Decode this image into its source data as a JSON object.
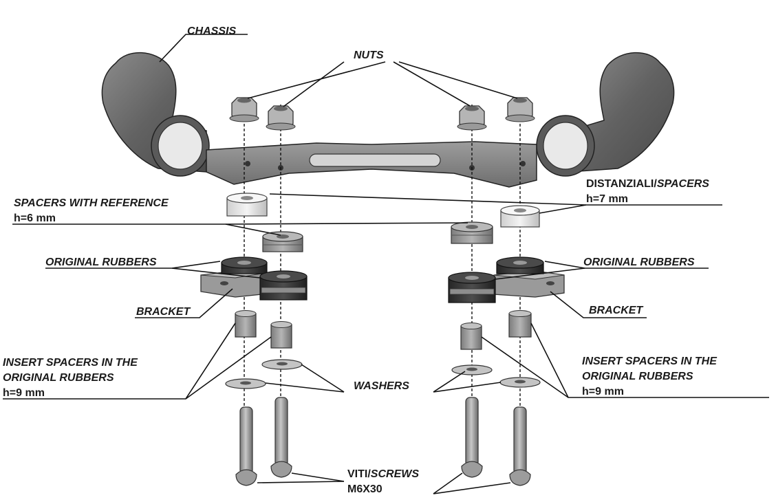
{
  "labels": {
    "chassis": "CHASSIS",
    "nuts": "NUTS",
    "spacers_ref_title": "SPACERS WITH REFERENCE",
    "spacers_ref_h": "h=6 mm",
    "distanziali_prefix": "DISTANZIALI/",
    "distanziali_suffix": "SPACERS",
    "distanziali_h": "h=7 mm",
    "rubbers_left": "ORIGINAL RUBBERS",
    "rubbers_right": "ORIGINAL RUBBERS",
    "bracket_left": "BRACKET",
    "bracket_right": "BRACKET",
    "insert_left_1": "INSERT SPACERS IN THE",
    "insert_left_2": "ORIGINAL RUBBERS",
    "insert_left_h": "h=9 mm",
    "insert_right_1": "INSERT SPACERS IN THE",
    "insert_right_2": "ORIGINAL RUBBERS",
    "insert_right_h": "h=9 mm",
    "washers": "WASHERS",
    "screws_prefix": "VITI/",
    "screws_suffix": "SCREWS",
    "screws_size": "M6X30"
  },
  "colors": {
    "tube": "#6e6e6e",
    "plate": "#8a8a8a",
    "nut": "#b0b0b0",
    "rubber": "#3a3a3a",
    "spacer_light": "#e6e6e6",
    "spacer_mid": "#9a9a9a",
    "screw": "#a6a6a6"
  }
}
